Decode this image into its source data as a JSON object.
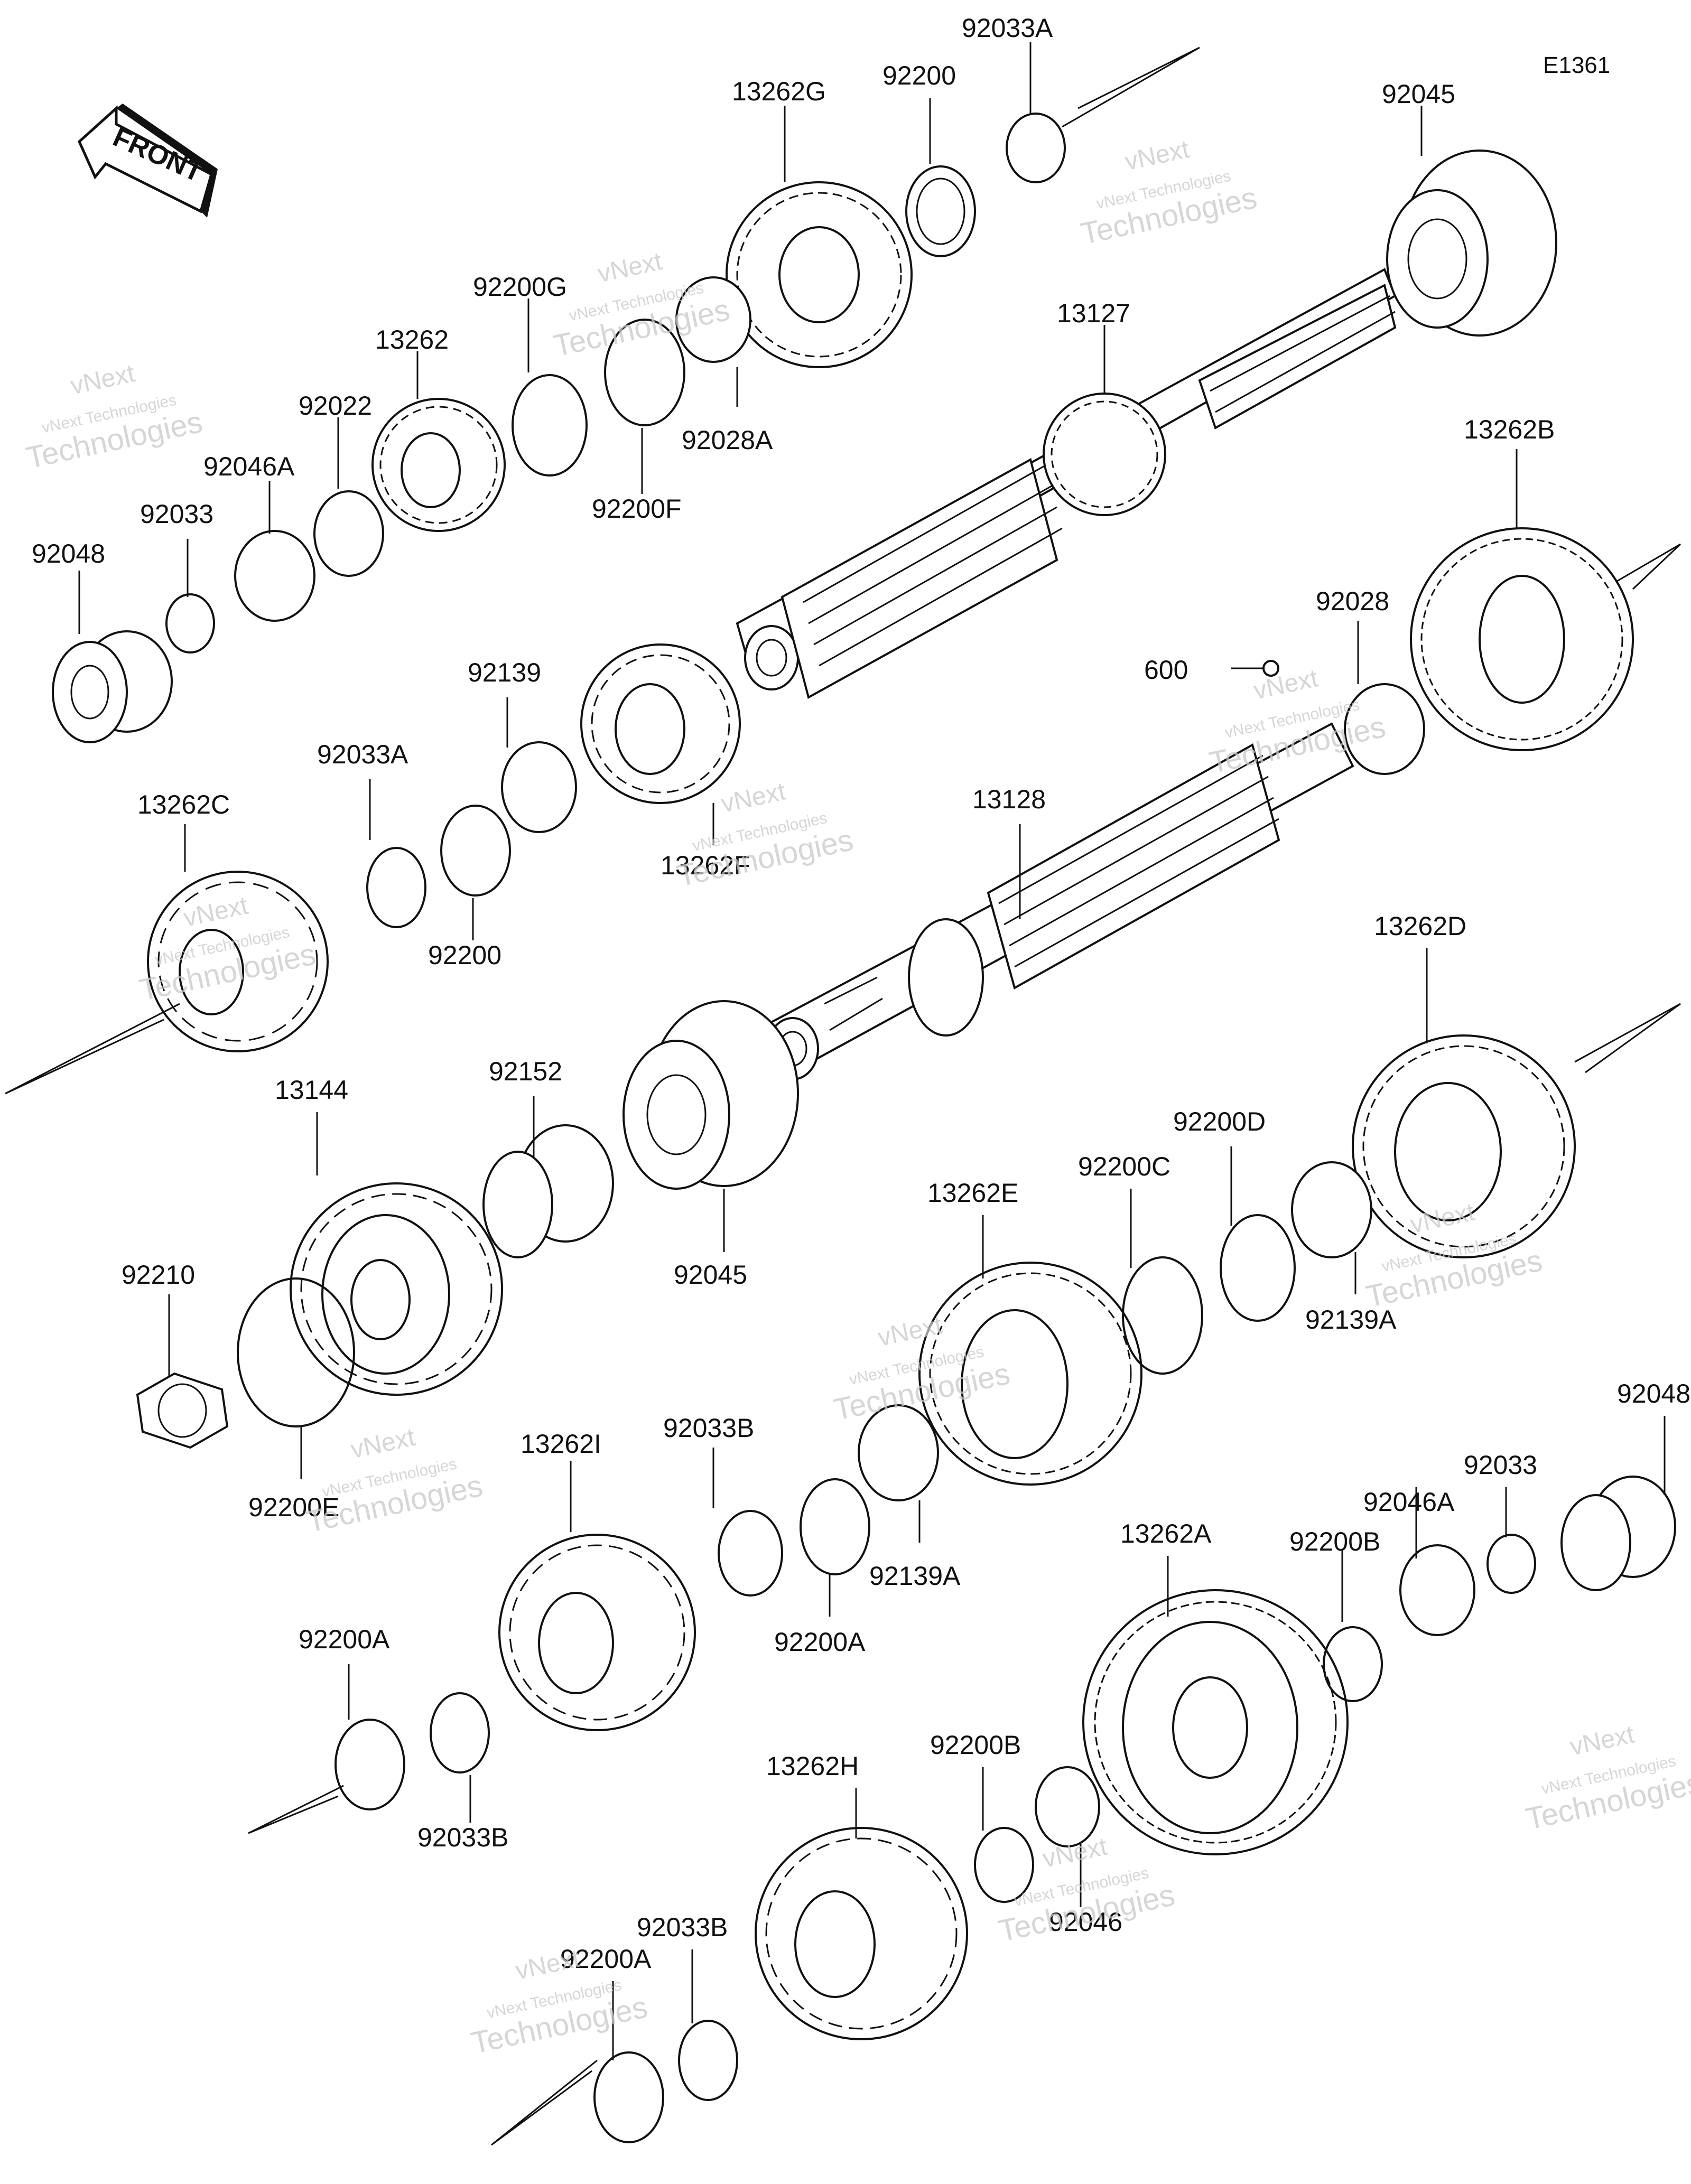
{
  "diagram_code": "E1361",
  "front_label": "FRONT",
  "watermark": {
    "line1": "vNext Technologies",
    "line2": "Technologies",
    "line3": "vNext"
  },
  "parts": [
    "92033A",
    "13262G",
    "92200",
    "92045",
    "92200G",
    "13262",
    "92022",
    "92028A",
    "13127",
    "92046A",
    "92033",
    "92048",
    "92200F",
    "13262B",
    "92028",
    "600",
    "92139",
    "92033A",
    "13262C",
    "92200",
    "13262F",
    "13128",
    "13262D",
    "92152",
    "13144",
    "92200D",
    "92200C",
    "13262E",
    "92045",
    "92139A",
    "92210",
    "92048",
    "92033B",
    "13262I",
    "92033",
    "92200E",
    "92046A",
    "13262A",
    "92200B",
    "92139A",
    "92200A",
    "92200A",
    "92033B",
    "92200B",
    "13262H",
    "92033B",
    "92046",
    "92200A"
  ]
}
